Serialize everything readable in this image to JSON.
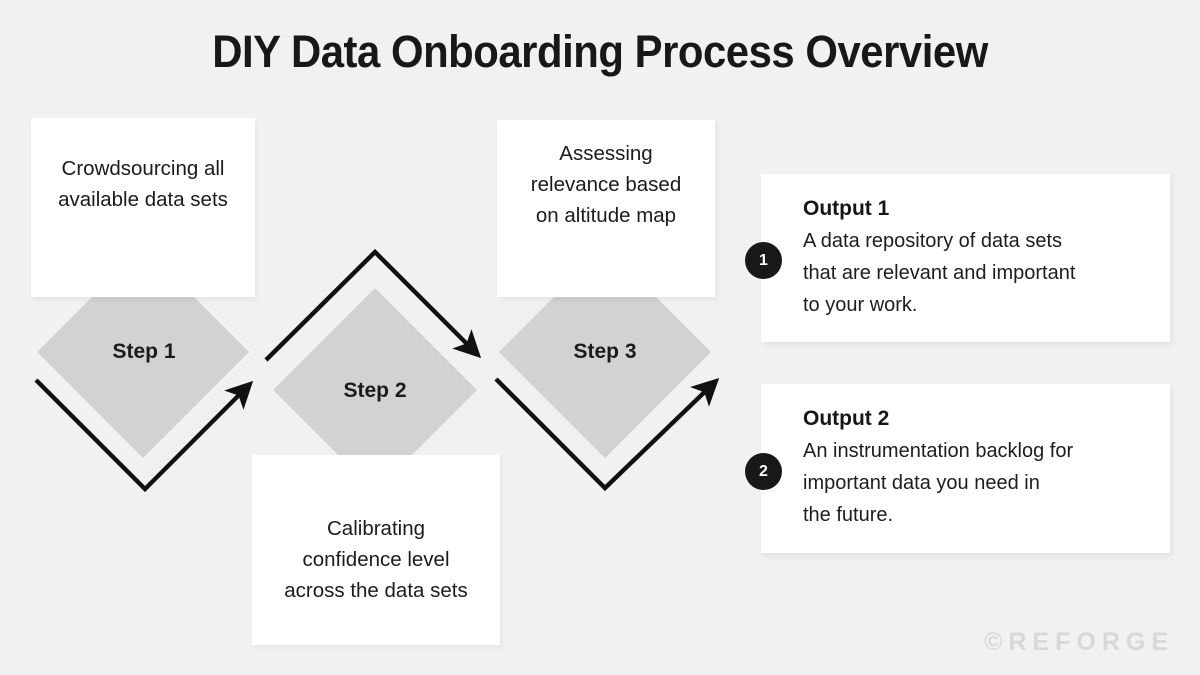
{
  "page": {
    "title": "DIY Data Onboarding Process Overview",
    "background_color": "#f1f1f1",
    "diamond_color": "#d2d2d2",
    "card_color": "#ffffff",
    "text_color": "#1b1b1b",
    "badge_color": "#17181a",
    "watermark": "©REFORGE"
  },
  "steps": [
    {
      "label": "Step 1",
      "caption": "Crowdsourcing all\navailable data sets",
      "caption_position": "above"
    },
    {
      "label": "Step 2",
      "caption": "Calibrating\nconfidence level\nacross the data sets",
      "caption_position": "below"
    },
    {
      "label": "Step 3",
      "caption": "Assessing\nrelevance based\non altitude map",
      "caption_position": "above"
    }
  ],
  "outputs": [
    {
      "badge": "1",
      "title": "Output 1",
      "body": "A data repository of data sets\nthat are relevant and important\nto your work."
    },
    {
      "badge": "2",
      "title": "Output 2",
      "body": "An instrumentation backlog for\nimportant data you need in\nthe future."
    }
  ],
  "arrows": [
    {
      "name": "arrow-step1-to-step2",
      "direction": "up-right"
    },
    {
      "name": "arrow-step2-to-step3",
      "direction": "down-right"
    },
    {
      "name": "arrow-step3-to-outputs",
      "direction": "up-right"
    }
  ]
}
